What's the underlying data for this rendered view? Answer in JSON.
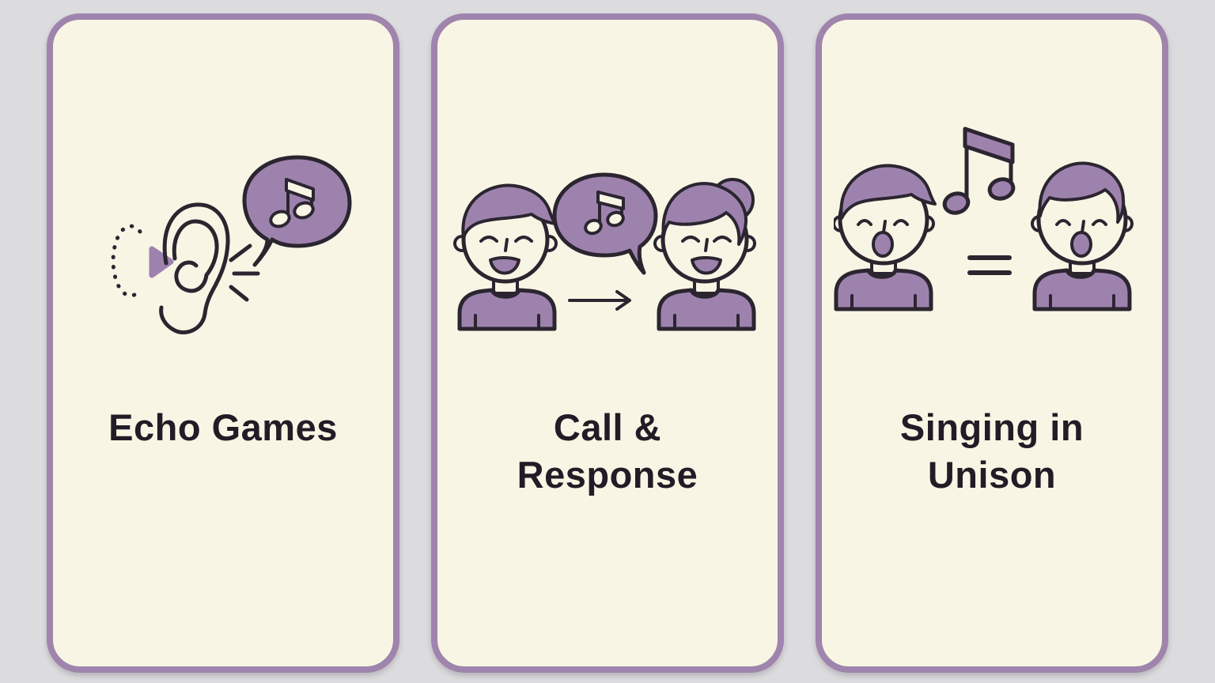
{
  "cards": [
    {
      "title": "Echo Games",
      "illustration": "ear listening to a sound with a music-note speech bubble"
    },
    {
      "title": "Call & Response",
      "illustration": "boy singing a music-note speech bubble, arrow to listening girl"
    },
    {
      "title": "Singing in Unison",
      "illustration": "two children singing the same music note with an equals sign"
    }
  ],
  "colors": {
    "background": "#dcdcde",
    "card_background": "#f9f5e4",
    "card_border": "#9f84ad",
    "illustration_purple": "#9e82ae",
    "outline": "#2b2530",
    "title_text": "#211c26"
  }
}
